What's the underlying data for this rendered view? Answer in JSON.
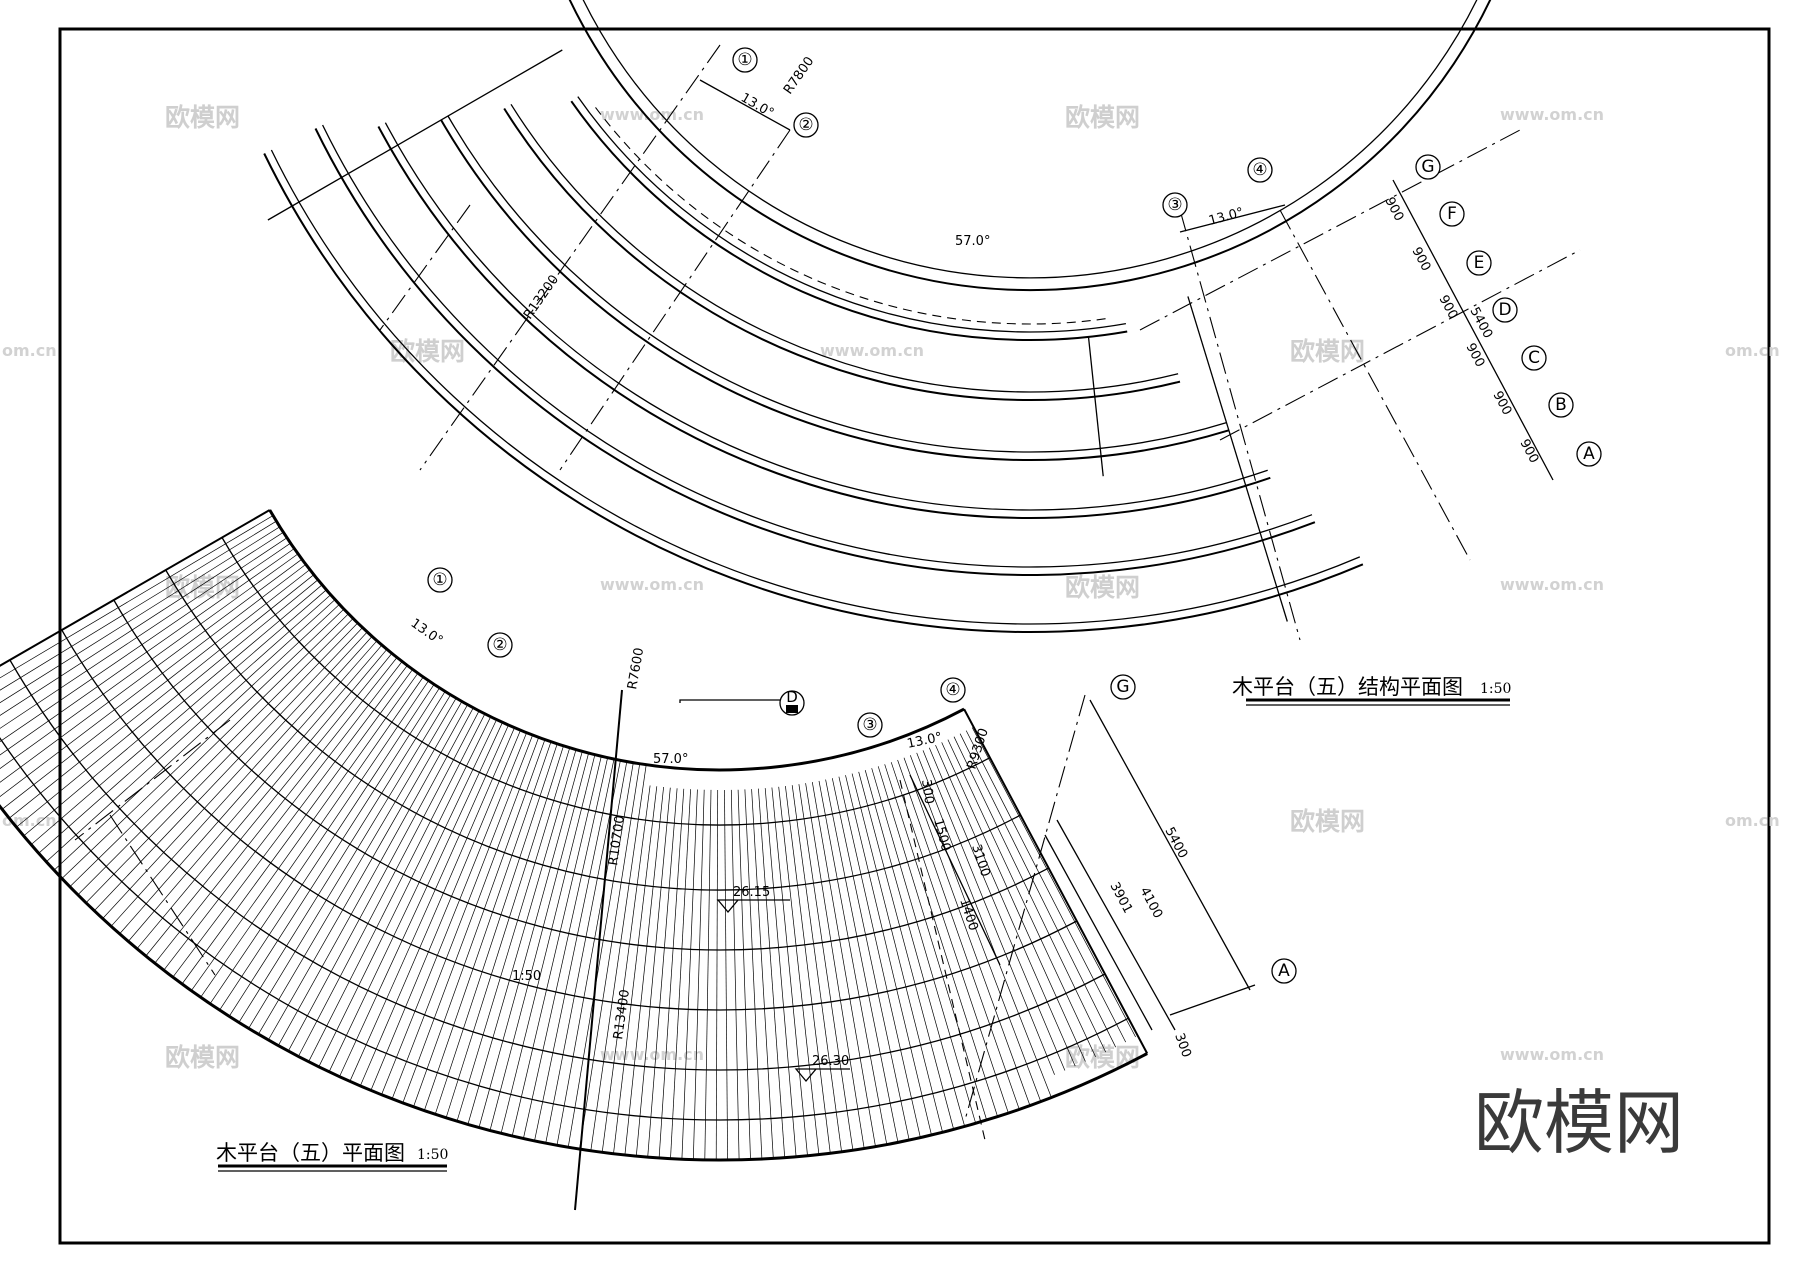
{
  "drawings": {
    "structure_plan": {
      "title": "木平台（五）结构平面图",
      "scale": "1:50",
      "grid_lines": [
        "①",
        "②",
        "③",
        "④",
        "G",
        "F",
        "E",
        "D",
        "C",
        "B",
        "A"
      ],
      "dimensions": {
        "inner_radius": "R7800",
        "outer_radius": "R13200",
        "angle_main": "57.0°",
        "angle_end_left": "13.0°",
        "angle_end_right": "13.0°",
        "spacings": [
          "900",
          "900",
          "900",
          "900",
          "900",
          "900"
        ],
        "total_depth": "5400"
      }
    },
    "floor_plan": {
      "title": "木平台（五）平面图",
      "scale": "1:50",
      "grid_lines": [
        "①",
        "②",
        "③",
        "④",
        "G",
        "A"
      ],
      "detail_bubble": "D",
      "dimensions": {
        "inner_radius": "R7600",
        "r_step": "R10700",
        "r_outer": "R13400",
        "r_right": "R9300",
        "angle_main": "57.0°",
        "angle_end_left": "13.0°",
        "angle_end_right": "13.0°",
        "step_offset": "300",
        "step_width": "1500",
        "dim_3100": "3100",
        "dim_1400": "1400",
        "dim_3901": "3901",
        "dim_4100": "4100",
        "dim_5400": "5400",
        "dim_300_end": "300",
        "slope": "1:50",
        "elev_upper": "26.15",
        "elev_lower": "26.30"
      }
    }
  },
  "watermarks": {
    "site_cn": "欧模网",
    "site_url": "www.om.cn",
    "site_url_cut": "om.cn",
    "brand_large": "欧模网"
  }
}
